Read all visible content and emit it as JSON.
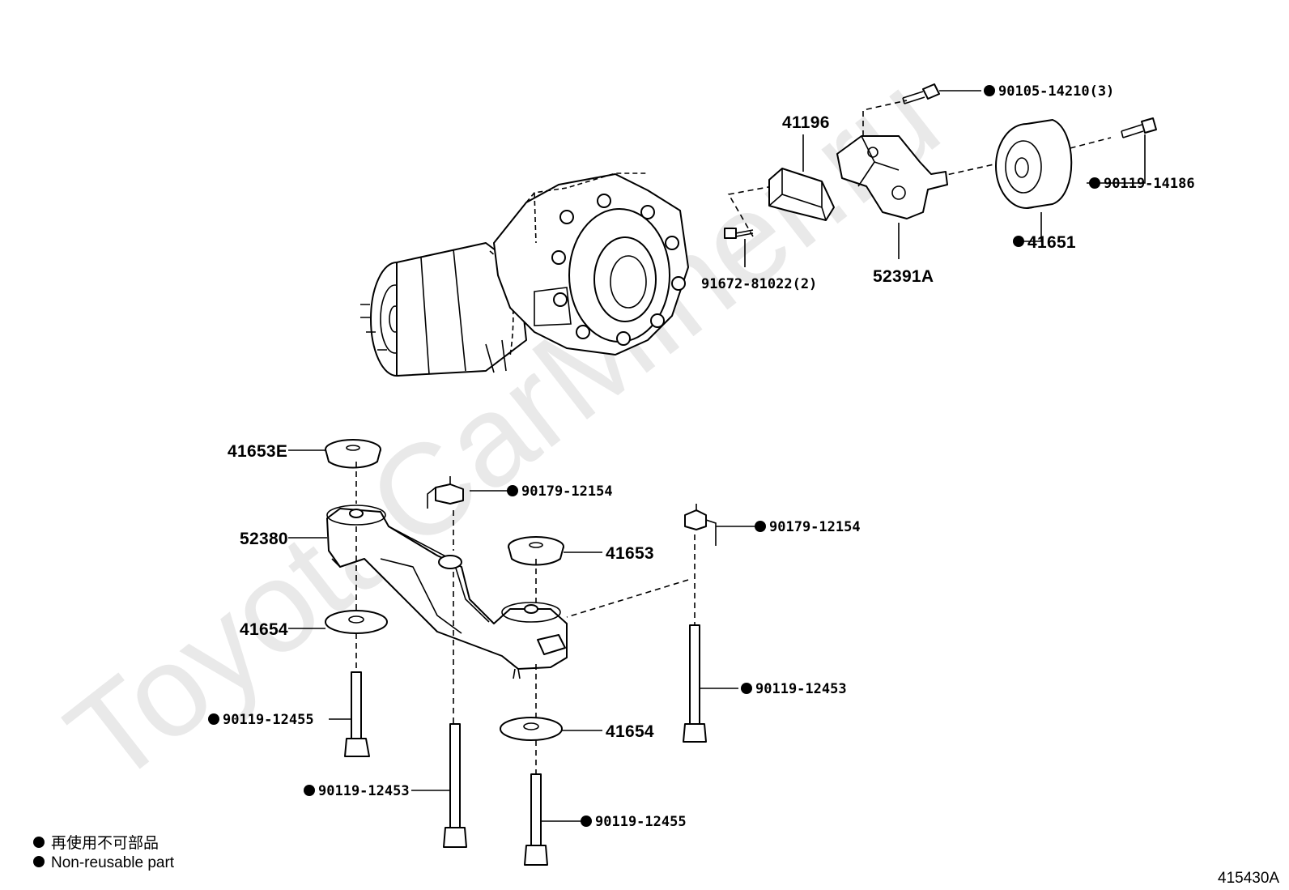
{
  "watermark": "ToyotaCarMiner.ru",
  "callouts": {
    "c41196": "41196",
    "c90105": "90105-14210(3)",
    "c90119_14186": "90119-14186",
    "c41651": "41651",
    "c91672": "91672-81022(2)",
    "c52391A": "52391A",
    "c41653E": "41653E",
    "c90179_a": "90179-12154",
    "c90179_b": "90179-12154",
    "c52380": "52380",
    "c41653": "41653",
    "c41654_a": "41654",
    "c41654_b": "41654",
    "c90119_12453_a": "90119-12453",
    "c90119_12455_a": "90119-12455",
    "c90119_12453_b": "90119-12453",
    "c90119_12455_b": "90119-12455"
  },
  "legend": {
    "jp": "再使用不可部品",
    "en": "Non-reusable part"
  },
  "figure_id": "415430A",
  "colors": {
    "line": "#000000",
    "watermark": "#e9e9e9",
    "background": "#ffffff"
  }
}
